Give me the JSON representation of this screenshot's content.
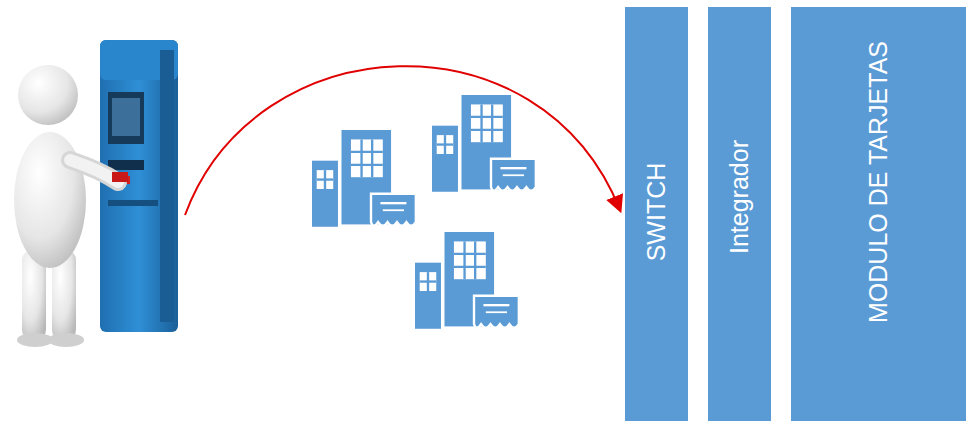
{
  "diagram": {
    "nodes": [
      {
        "text": [
          "SWITCH"
        ]
      },
      {
        "text": [
          "Integrador"
        ]
      },
      {
        "text": [
          "MODULO DE TARJETAS"
        ]
      }
    ]
  }
}
